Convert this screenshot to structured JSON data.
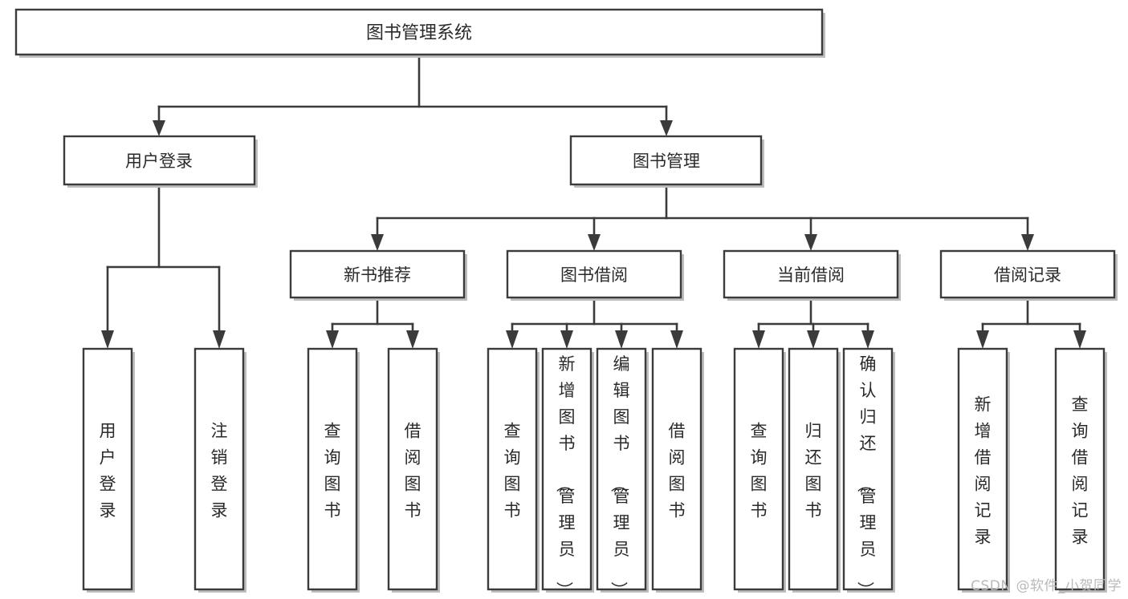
{
  "diagram": {
    "title": "图书管理系统",
    "type": "tree-hierarchy-chart",
    "watermark": "CSDN @软件_小贺同学",
    "colors": {
      "background": "#ffffff",
      "box_fill": "#ffffff",
      "box_stroke": "#3b3b3b",
      "shadow": "#bdbdbd",
      "text": "#2a2a2a",
      "watermark": "#b9b9b9"
    },
    "root": {
      "label": "图书管理系统"
    },
    "level1": [
      {
        "label": "用户登录"
      },
      {
        "label": "图书管理"
      }
    ],
    "level2": [
      {
        "label": "新书推荐"
      },
      {
        "label": "图书借阅"
      },
      {
        "label": "当前借阅"
      },
      {
        "label": "借阅记录"
      }
    ],
    "leaves": {
      "user_login": [
        {
          "label": "用户登录"
        },
        {
          "label": "注销登录"
        }
      ],
      "new_book_recommend": [
        {
          "label": "查询图书"
        },
        {
          "label": "借阅图书"
        }
      ],
      "book_borrow": [
        {
          "label": "查询图书"
        },
        {
          "label": "新增图书（管理员）"
        },
        {
          "label": "编辑图书（管理员）"
        },
        {
          "label": "借阅图书"
        }
      ],
      "current_borrow": [
        {
          "label": "查询图书"
        },
        {
          "label": "归还图书"
        },
        {
          "label": "确认归还（管理员）"
        }
      ],
      "borrow_record": [
        {
          "label": "新增借阅记录"
        },
        {
          "label": "查询借阅记录"
        }
      ]
    }
  }
}
